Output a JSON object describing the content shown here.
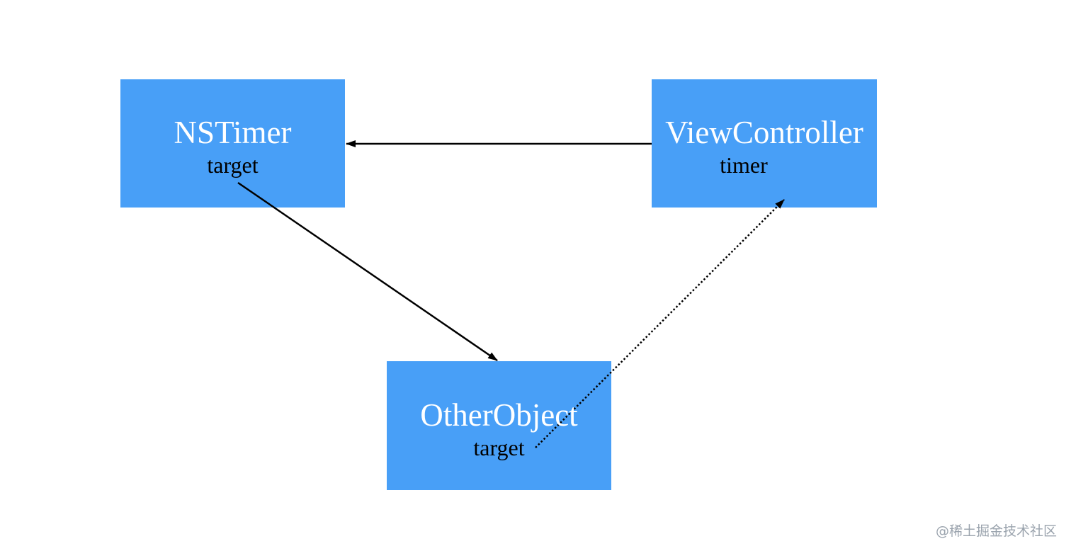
{
  "diagram": {
    "nodes": [
      {
        "id": "nstimer",
        "title": "NSTimer",
        "field": "target"
      },
      {
        "id": "viewcontroller",
        "title": "ViewController",
        "field": "timer"
      },
      {
        "id": "otherobject",
        "title": "OtherObject",
        "field": "target"
      }
    ],
    "edges": [
      {
        "from": "viewcontroller",
        "to": "nstimer",
        "style": "solid"
      },
      {
        "from": "nstimer.target",
        "to": "otherobject",
        "style": "solid"
      },
      {
        "from": "otherobject.target",
        "to": "viewcontroller",
        "style": "dotted"
      }
    ],
    "colors": {
      "node_fill": "#489ff7",
      "title_text": "#ffffff",
      "field_text": "#000000",
      "edge": "#000000"
    }
  },
  "watermark": "@稀土掘金技术社区"
}
